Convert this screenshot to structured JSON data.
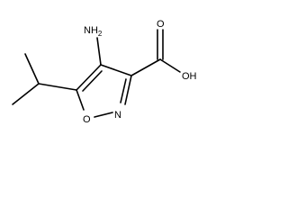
{
  "atoms": {
    "amine": "NH",
    "amine_sub": "2",
    "ring_nitrogen": "N",
    "ring_oxygen": "O",
    "carbonyl_oxygen": "O",
    "hydroxyl": "OH"
  }
}
